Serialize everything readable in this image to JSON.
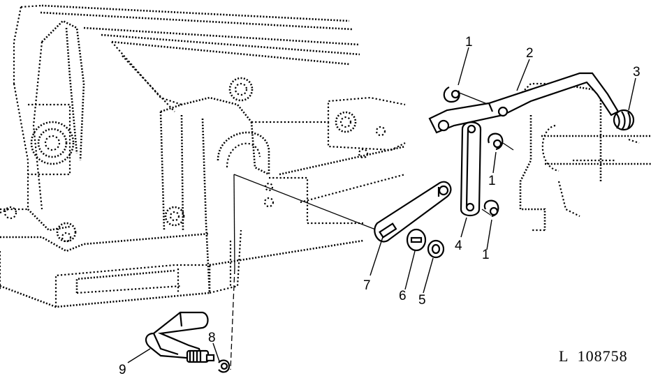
{
  "diagram": {
    "reference_code": "L  108758",
    "callouts": [
      {
        "id": "c1a",
        "text": "1"
      },
      {
        "id": "c2",
        "text": "2"
      },
      {
        "id": "c3",
        "text": "3"
      },
      {
        "id": "c1b",
        "text": "1"
      },
      {
        "id": "c4",
        "text": "4"
      },
      {
        "id": "c1c",
        "text": "1"
      },
      {
        "id": "c7",
        "text": "7"
      },
      {
        "id": "c6",
        "text": "6"
      },
      {
        "id": "c5",
        "text": "5"
      },
      {
        "id": "c8",
        "text": "8"
      },
      {
        "id": "c9",
        "text": "9"
      }
    ]
  }
}
